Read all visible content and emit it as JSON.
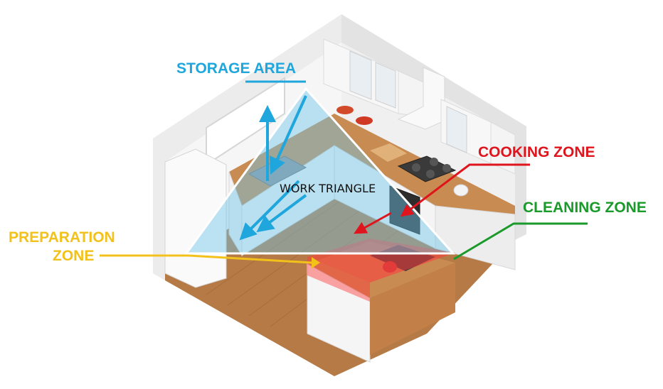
{
  "diagram": {
    "labels": {
      "storage_area": "STORAGE AREA",
      "work_triangle": "WORK TRIANGLE",
      "cooking_zone": "COOKING ZONE",
      "cleaning_zone": "CLEANING ZONE",
      "preparation_zone_line1": "PREPARATION",
      "preparation_zone_line2": "ZONE"
    },
    "colors": {
      "storage": "#1fa6dc",
      "cooking": "#e0141c",
      "cleaning": "#1a9a2a",
      "preparation": "#f2c21b",
      "triangle_fill": "#6ec6e8",
      "triangle_stroke": "#ffffff",
      "red_area": "#ff3b3b"
    }
  }
}
